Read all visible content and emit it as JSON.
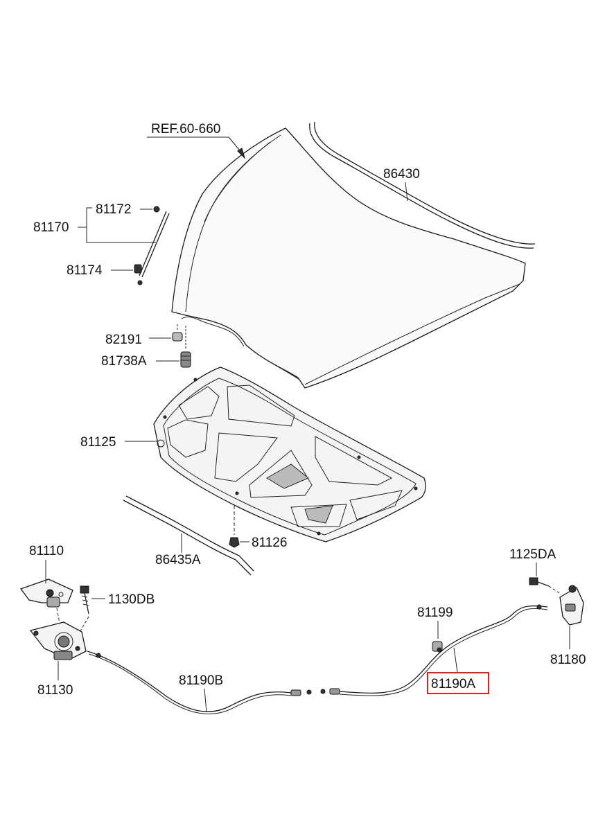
{
  "diagram": {
    "labels": {
      "ref": "REF.60-660",
      "hood_weatherstrip": "86430",
      "stay_assy": "81170",
      "stay_upper": "81172",
      "stay_lower": "81174",
      "bumper": "82191",
      "overslam_bumper": "81738A",
      "insulator": "81125",
      "insulator_clip": "81126",
      "seal_strip": "86435A",
      "latch_bracket": "81110",
      "bolt": "1130DB",
      "latch_assy": "81130",
      "cable_front": "81190B",
      "cable_clip": "81199",
      "cable_rear": "81190A",
      "release_bolt": "1125DA",
      "release_handle": "81180"
    },
    "highlight": {
      "part": "81190A",
      "color": "#e0201b"
    }
  }
}
